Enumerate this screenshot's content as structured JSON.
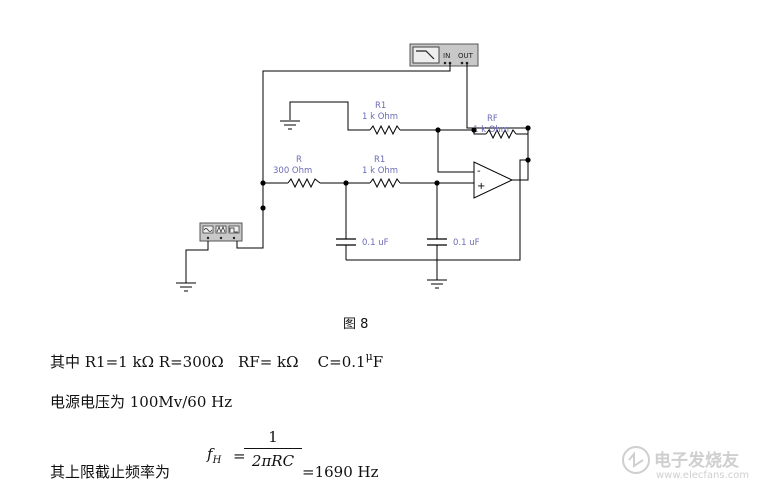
{
  "circuit": {
    "components": {
      "r1_top": {
        "name": "R1",
        "value": "1 k Ohm"
      },
      "rf": {
        "name": "RF",
        "value": "1 k Ohm"
      },
      "r": {
        "name": "R",
        "value": "300 Ohm"
      },
      "r1_mid": {
        "name": "R1",
        "value": "1 k Ohm"
      },
      "c1": {
        "value": "0.1 uF"
      },
      "c2": {
        "value": "0.1 uF"
      }
    },
    "bode_plotter": {
      "in_label": "IN",
      "out_label": "OUT"
    },
    "opamp": {
      "minus": "-",
      "plus": "+"
    },
    "colors": {
      "wire": "#000000",
      "label": "#6b6bb8",
      "instrument": "#b5b5b5"
    }
  },
  "caption": "图 8",
  "params": {
    "prefix": "其中 R1=1 k",
    "ohm1": "Ω",
    "r_part": " R=300",
    "ohm2": "Ω",
    "rf_part": "   RF= k",
    "ohm3": "Ω",
    "c_part": "    C=0.1",
    "mu": "μ",
    "unit_f": "F"
  },
  "supply": "电源电压为 100Mv/60 Hz",
  "cutoff": {
    "label": "其上限截止频率为",
    "f_sym": "f",
    "f_sub": "H",
    "eq": "=",
    "numerator": "1",
    "denominator": "2πRC",
    "result": "=1690 Hz"
  },
  "watermark": {
    "site_text": "电子发烧友",
    "url": "www.elecfans.com"
  }
}
